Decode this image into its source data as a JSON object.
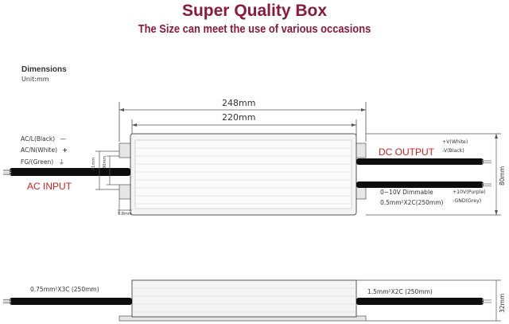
{
  "header": {
    "title": "Super Quality Box",
    "subtitle": "The Size can meet the use of various  occasions",
    "title_color": "#8b1a3a"
  },
  "dimensions": {
    "heading": "Dimensions",
    "unit": "Unit:mm",
    "total_length": "248mm",
    "body_length": "220mm",
    "height": "80mm",
    "height_small": "41mm",
    "height_inner": "30mm",
    "tab_width": "9.8mm",
    "thickness": "32mm"
  },
  "input": {
    "heading": "AC INPUT",
    "wires": [
      {
        "label": "AC/L(Black)",
        "symbol": "—"
      },
      {
        "label": "AC/N(White)",
        "symbol": "+"
      },
      {
        "label": "FG/(Green)",
        "symbol": "⏚"
      }
    ],
    "cable_spec": "0.75mm²X3C (250mm)"
  },
  "output": {
    "heading": "DC OUTPUT",
    "top_wires": [
      "+V(White)",
      "-V(Black)"
    ],
    "dimmable": "0~10V  Dimmable",
    "cable_spec": "0.5mm²X2C(250mm)",
    "dim_wires": [
      "+10V(Purple)",
      "-GND(Grey)"
    ],
    "side_cable_spec": "1.5mm²X2C (250mm)",
    "heading_color": "#d12020"
  }
}
